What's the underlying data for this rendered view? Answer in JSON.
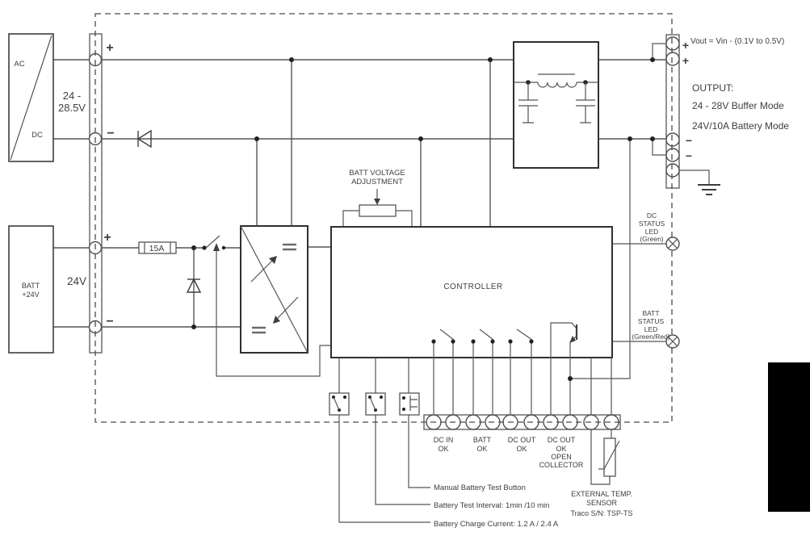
{
  "symbols": {
    "plus": "+",
    "minus": "−"
  },
  "input": {
    "acdc": {
      "top": "AC",
      "bottom": "DC"
    },
    "voltage_range": {
      "line1": "24 -",
      "line2": "28.5V"
    },
    "battery": {
      "line1": "BATT",
      "line2": "+24V",
      "voltage": "24V"
    },
    "fuse": "15A"
  },
  "adjustment": {
    "line1": "BATT VOLTAGE",
    "line2": "ADJUSTMENT"
  },
  "controller": {
    "label": "CONTROLLER"
  },
  "output": {
    "vout_formula": "Vout = Vin - (0.1V to 0.5V)",
    "title": "OUTPUT:",
    "buffer_mode": "24 - 28V Buffer Mode",
    "battery_mode": "24V/10A Battery Mode"
  },
  "leds": {
    "dc": {
      "l1": "DC",
      "l2": "STATUS",
      "l3": "LED",
      "l4": "(Green)"
    },
    "batt": {
      "l1": "BATT",
      "l2": "STATUS",
      "l3": "LED",
      "l4": "(Green/Red)"
    }
  },
  "signal_terminals": {
    "dc_in": {
      "l1": "DC IN",
      "l2": "OK"
    },
    "batt": {
      "l1": "BATT",
      "l2": "OK"
    },
    "dc_out": {
      "l1": "DC OUT",
      "l2": "OK"
    },
    "dc_out_oc": {
      "l1": "DC OUT",
      "l2": "OK",
      "l3": "OPEN",
      "l4": "COLLECTOR"
    }
  },
  "temp_sensor": {
    "l1": "EXTERNAL TEMP.",
    "l2": "SENSOR",
    "l3": "Traco S/N: TSP-TS"
  },
  "callouts": {
    "manual_test": "Manual Battery Test Button",
    "test_interval": "Battery Test Interval: 1min /10 min",
    "charge_current": "Battery Charge Current: 1.2 A / 2.4 A"
  },
  "colors": {
    "line": "#54555a",
    "text": "#3d3e40",
    "cover": "#000000"
  }
}
